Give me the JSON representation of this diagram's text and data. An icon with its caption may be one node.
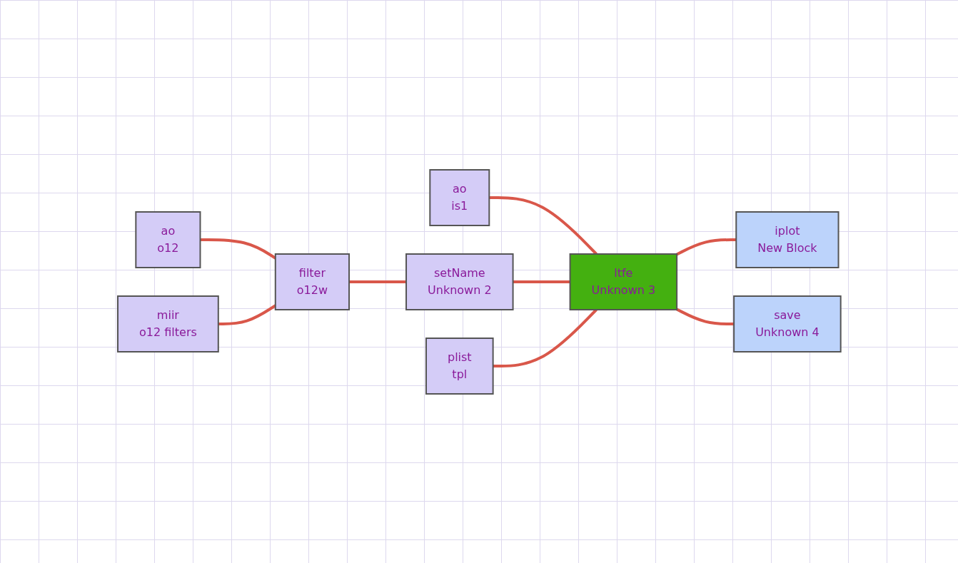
{
  "diagram": {
    "nodes": [
      {
        "text": [
          "ao",
          "o12"
        ]
      },
      {
        "text": [
          "miir",
          "o12 filters"
        ]
      },
      {
        "text": [
          "filter",
          "o12w"
        ]
      },
      {
        "text": [
          "ao",
          "is1"
        ]
      },
      {
        "text": [
          "setName",
          "Unknown 2"
        ]
      },
      {
        "text": [
          "plist",
          "tpl"
        ]
      },
      {
        "text": [
          "ltfe",
          "Unknown 3"
        ]
      },
      {
        "text": [
          "iplot",
          "New Block"
        ]
      },
      {
        "text": [
          "save",
          "Unknown 4"
        ]
      }
    ],
    "edges": [
      {
        "from": 0,
        "to": 2,
        "arrow": "none"
      },
      {
        "from": 1,
        "to": 2,
        "arrow": "none"
      },
      {
        "from": 2,
        "to": 4,
        "arrow": "none"
      },
      {
        "from": 3,
        "to": 6,
        "arrow": "none"
      },
      {
        "from": 4,
        "to": 6,
        "arrow": "none"
      },
      {
        "from": 5,
        "to": 6,
        "arrow": "none"
      },
      {
        "from": 6,
        "to": 7,
        "arrow": "none"
      },
      {
        "from": 6,
        "to": 8,
        "arrow": "none"
      }
    ]
  }
}
